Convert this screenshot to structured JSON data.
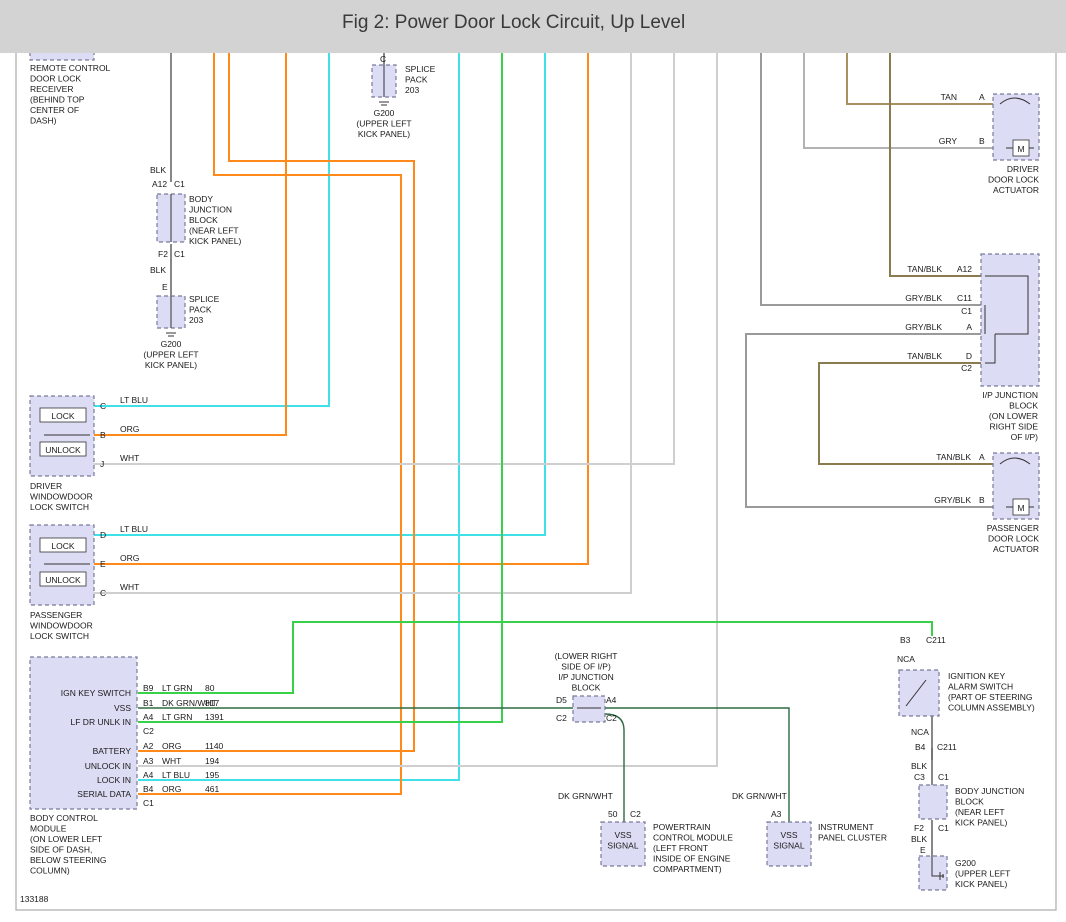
{
  "header": {
    "title": "Fig 2: Power Door Lock Circuit, Up Level"
  },
  "footer": {
    "ref": "133188"
  },
  "components": {
    "remote": [
      "REMOTE CONTROL",
      "DOOR LOCK",
      "RECEIVER",
      "(BEHIND TOP",
      "CENTER OF",
      "DASH)"
    ],
    "splice_top": {
      "conn": "C",
      "label": [
        "SPLICE",
        "PACK",
        "203"
      ],
      "ground": [
        "G200",
        "(UPPER LEFT",
        "KICK PANEL)"
      ]
    },
    "bjb_left": {
      "wire_top": "BLK",
      "pin_top": "A12",
      "conn_top": "C1",
      "label": [
        "BODY",
        "JUNCTION",
        "BLOCK",
        "(NEAR LEFT",
        "KICK PANEL)"
      ],
      "pin_bot": "F2",
      "conn_bot": "C1",
      "wire_bot": "BLK"
    },
    "splice_left": {
      "conn": "E",
      "label": [
        "SPLICE",
        "PACK",
        "203"
      ],
      "ground": [
        "G200",
        "(UPPER LEFT",
        "KICK PANEL)"
      ]
    },
    "driver_switch": {
      "lock": "LOCK",
      "unlock": "UNLOCK",
      "pins": [
        {
          "pin": "C",
          "wire": "LT BLU"
        },
        {
          "pin": "B",
          "wire": "ORG"
        },
        {
          "pin": "J",
          "wire": "WHT"
        }
      ],
      "label": [
        "DRIVER",
        "WINDOWDOOR",
        "LOCK SWITCH"
      ]
    },
    "pass_switch": {
      "lock": "LOCK",
      "unlock": "UNLOCK",
      "pins": [
        {
          "pin": "D",
          "wire": "LT BLU"
        },
        {
          "pin": "E",
          "wire": "ORG"
        },
        {
          "pin": "C",
          "wire": "WHT"
        }
      ],
      "label": [
        "PASSENGER",
        "WINDOWDOOR",
        "LOCK SWITCH"
      ]
    },
    "bcm": {
      "rows": [
        {
          "name": "IGN KEY SWITCH",
          "pin": "B9",
          "wire": "LT GRN",
          "circuit": "80"
        },
        {
          "name": "VSS",
          "pin": "B1",
          "wire": "DK GRN/WHT",
          "circuit": "817"
        },
        {
          "name": "LF DR UNLK IN",
          "pin": "A4",
          "wire": "LT GRN",
          "circuit": "1391"
        },
        {
          "name": "BATTERY",
          "pin": "A2",
          "wire": "ORG",
          "circuit": "1140"
        },
        {
          "name": "UNLOCK IN",
          "pin": "A3",
          "wire": "WHT",
          "circuit": "194"
        },
        {
          "name": "LOCK IN",
          "pin": "A4",
          "wire": "LT BLU",
          "circuit": "195"
        },
        {
          "name": "SERIAL DATA",
          "pin": "B4",
          "wire": "ORG",
          "circuit": "461"
        }
      ],
      "conn_c2": "C2",
      "conn_c1": "C1",
      "label": [
        "BODY CONTROL",
        "MODULE",
        "(ON LOWER LEFT",
        "SIDE OF DASH,",
        "BELOW STEERING",
        "COLUMN)"
      ]
    },
    "ipjb_mid": {
      "label": [
        "(LOWER RIGHT",
        "SIDE OF I/P)",
        "I/P JUNCTION",
        "BLOCK"
      ],
      "pin_left": "D5",
      "conn_left": "C2",
      "pin_right": "A4",
      "conn_right": "C2"
    },
    "pcm": {
      "wire": "DK GRN/WHT",
      "pin": "50",
      "conn": "C2",
      "box": [
        "VSS",
        "SIGNAL"
      ],
      "label": [
        "POWERTRAIN",
        "CONTROL MODULE",
        "(LEFT FRONT",
        "INSIDE OF ENGINE",
        "COMPARTMENT)"
      ]
    },
    "ipc": {
      "wire": "DK GRN/WHT",
      "pin": "A3",
      "box": [
        "VSS",
        "SIGNAL"
      ],
      "label": [
        "INSTRUMENT",
        "PANEL CLUSTER"
      ]
    },
    "driver_actuator": {
      "pins": [
        {
          "wire": "TAN",
          "pin": "A"
        },
        {
          "wire": "GRY",
          "pin": "B"
        }
      ],
      "motor": "M",
      "label": [
        "DRIVER",
        "DOOR LOCK",
        "ACTUATOR"
      ]
    },
    "ipjb_right": {
      "pins": [
        {
          "wire": "TAN/BLK",
          "pin": "A12"
        },
        {
          "wire": "GRY/BLK",
          "pin": "C11"
        },
        {
          "wire": "",
          "pin": "C1"
        },
        {
          "wire": "GRY/BLK",
          "pin": "A"
        },
        {
          "wire": "TAN/BLK",
          "pin": "D"
        },
        {
          "wire": "",
          "pin": "C2"
        }
      ],
      "label": [
        "I/P JUNCTION",
        "BLOCK",
        "(ON LOWER",
        "RIGHT SIDE",
        "OF I/P)"
      ]
    },
    "pass_actuator": {
      "pins": [
        {
          "wire": "TAN/BLK",
          "pin": "A"
        },
        {
          "wire": "GRY/BLK",
          "pin": "B"
        }
      ],
      "motor": "M",
      "label": [
        "PASSENGER",
        "DOOR LOCK",
        "ACTUATOR"
      ]
    },
    "ign_switch": {
      "pin_top": "B3",
      "conn_top": "C211",
      "nca_top": "NCA",
      "nca_bot": "NCA",
      "pin_bot": "B4",
      "conn_bot": "C211",
      "label": [
        "IGNITION KEY",
        "ALARM SWITCH",
        "(PART OF STEERING",
        "COLUMN ASSEMBLY)"
      ]
    },
    "bjb_right": {
      "wire_top": "BLK",
      "pin_top": "C3",
      "conn_top": "C1",
      "label": [
        "BODY JUNCTION",
        "BLOCK",
        "(NEAR LEFT",
        "KICK PANEL)"
      ],
      "pin_bot": "F2",
      "conn_bot": "C1",
      "wire_bot": "BLK"
    },
    "ground_right": {
      "conn": "E",
      "label": [
        "G200",
        "(UPPER LEFT",
        "KICK PANEL)"
      ]
    }
  },
  "colors": {
    "lt_blu": "#3fe0e8",
    "org": "#ff8a1a",
    "wht": "#cfcfcf",
    "lt_grn": "#3ad14a",
    "dk_grn_wht": "#2e6a40",
    "tan": "#a89060",
    "gry": "#b3b3b3",
    "blk": "#555555",
    "box_fill": "#dcdcf5"
  }
}
